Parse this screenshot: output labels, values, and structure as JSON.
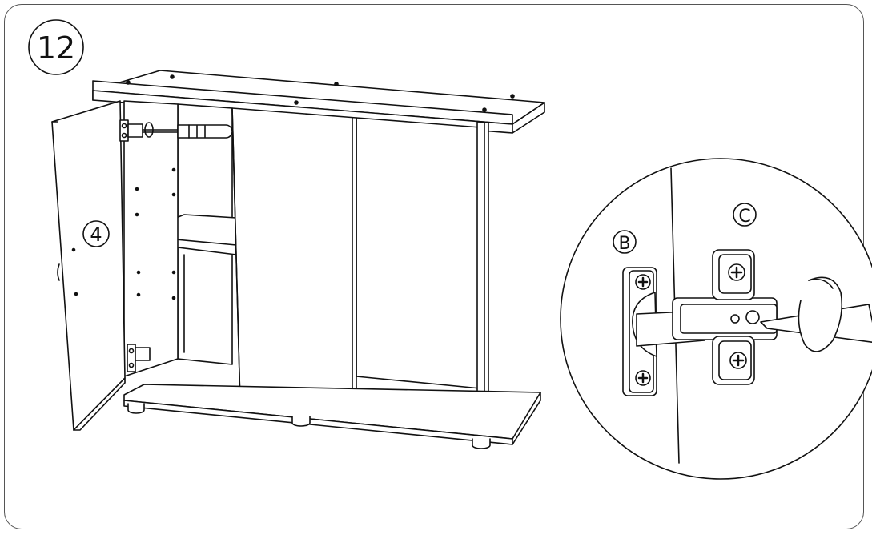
{
  "step": {
    "number": "12"
  },
  "labels": {
    "door": "4",
    "plate": "B",
    "hinge": "C"
  },
  "colors": {
    "line": "#111111",
    "paper": "#ffffff",
    "frame": "#555555"
  },
  "icons": [
    "screwdriver-icon",
    "hinge-icon",
    "mounting-plate-icon",
    "screw-icon"
  ]
}
